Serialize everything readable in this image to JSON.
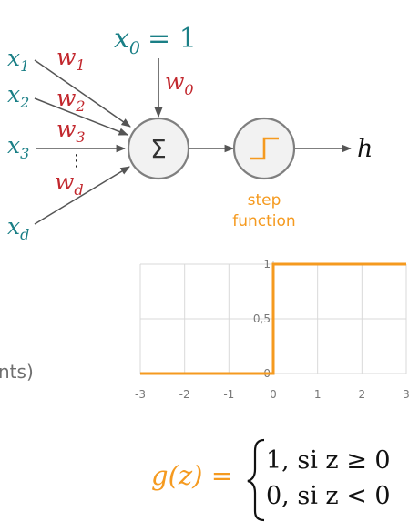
{
  "neuron": {
    "bias_input": {
      "name": "x",
      "sub": "0",
      "eq": "= 1"
    },
    "bias_weight": {
      "name": "w",
      "sub": "0"
    },
    "inputs": [
      {
        "name": "x",
        "sub": "1"
      },
      {
        "name": "x",
        "sub": "2"
      },
      {
        "name": "x",
        "sub": "3"
      },
      {
        "name": "x",
        "sub": "d"
      }
    ],
    "weights": [
      {
        "name": "w",
        "sub": "1"
      },
      {
        "name": "w",
        "sub": "2"
      },
      {
        "name": "w",
        "sub": "3"
      },
      {
        "name": "w",
        "sub": "d"
      }
    ],
    "ellipsis": "⋮",
    "sum_symbol": "Σ",
    "output_label": "h",
    "step_label_line1": "step",
    "step_label_line2": "function",
    "cut_text": "nts)"
  },
  "colors": {
    "teal": "#1a7f86",
    "red": "#c2272d",
    "orange": "#f59a1f",
    "node_fill": "#f2f2f2",
    "node_stroke": "#7f7f7f",
    "arrow": "#555555"
  },
  "chart_data": {
    "type": "line",
    "x_ticks": [
      "-3",
      "-2",
      "-1",
      "0",
      "1",
      "2",
      "3"
    ],
    "y_ticks": [
      "0",
      "0,5",
      "1"
    ],
    "xlim": [
      -3,
      3
    ],
    "ylim": [
      0,
      1
    ],
    "grid": true,
    "series": [
      {
        "x": [
          -3,
          0,
          0,
          3
        ],
        "y": [
          0,
          0,
          1,
          1
        ]
      }
    ]
  },
  "formula": {
    "lhs": "g(z) =",
    "case1": "1, si z ≥ 0",
    "case2": "0, si z < 0"
  }
}
